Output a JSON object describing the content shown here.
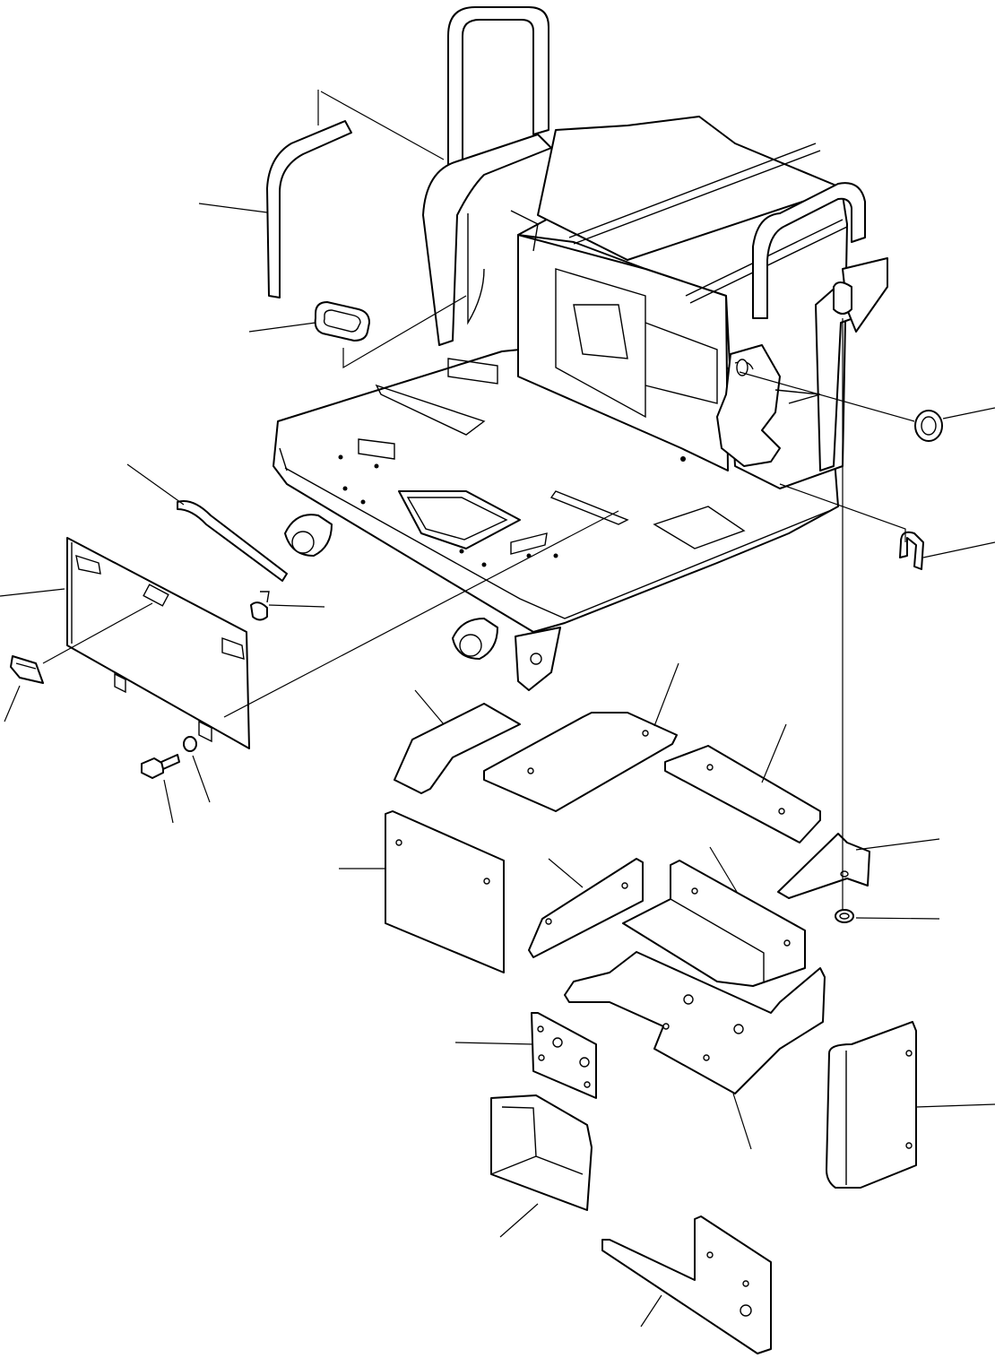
{
  "figure": {
    "style": "exploded-parts-diagram",
    "line_color": "#000000",
    "background_color": "#ffffff",
    "callout_labels": []
  },
  "parts": [
    "operator-frame",
    "handrail",
    "hose-guard",
    "grommet",
    "cable-clip",
    "seal-strip",
    "side-cover",
    "latch",
    "lock",
    "bolt",
    "washer",
    "ring-grommet",
    "bracket-plate",
    "cover-plates"
  ]
}
